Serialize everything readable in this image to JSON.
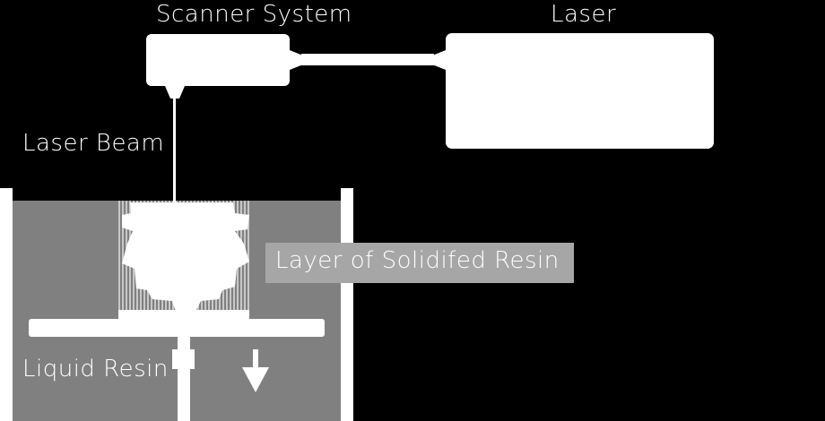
{
  "labels": {
    "scanner": "Scanner System",
    "laser": "Laser",
    "laser_beam": "Laser Beam",
    "layer": "Layer of Solidifed Resin",
    "liquid_resin": "Liquid Resin"
  },
  "colors": {
    "background": "#000000",
    "device": "#ffffff",
    "resin": "#808080",
    "label_box": "#a6a6a6",
    "layer_stripes": "#c8c8c8"
  }
}
